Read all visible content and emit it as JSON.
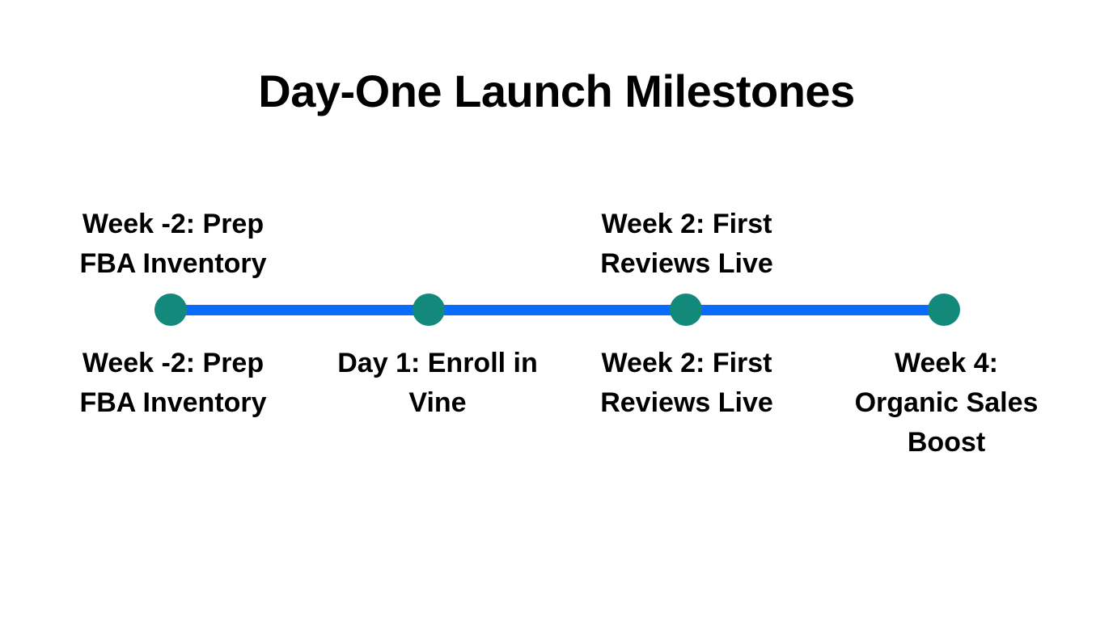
{
  "title": "Day-One Launch Milestones",
  "colors": {
    "track": "#0A6CFF",
    "node": "#13897C",
    "text": "#000000",
    "background": "#FFFFFF"
  },
  "above_labels": [
    {
      "lines": [
        "Week -2: Prep",
        "FBA Inventory"
      ]
    },
    {
      "lines": [
        "Week 2: First",
        "Reviews Live"
      ]
    }
  ],
  "milestones": [
    {
      "lines": [
        "Week -2: Prep",
        "FBA Inventory"
      ]
    },
    {
      "lines": [
        "Day 1: Enroll in",
        "Vine"
      ]
    },
    {
      "lines": [
        "Week 2: First",
        "Reviews Live"
      ]
    },
    {
      "lines": [
        "Week 4:",
        "Organic Sales",
        "Boost"
      ]
    }
  ]
}
